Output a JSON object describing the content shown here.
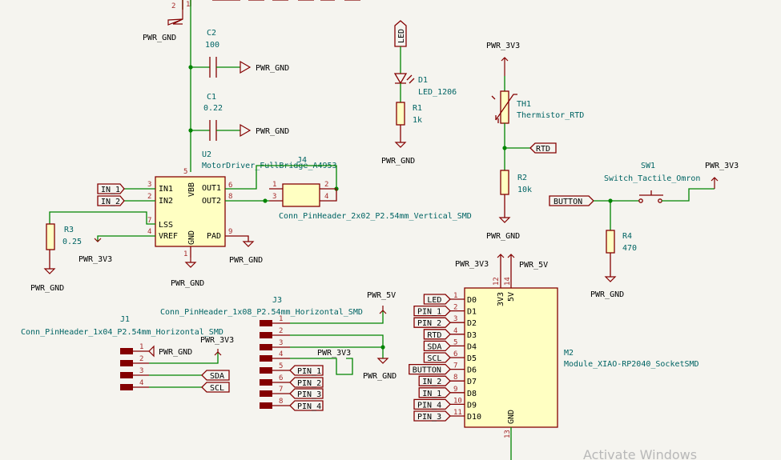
{
  "watermark": "Activate Windows",
  "power": {
    "gnd": "PWR_GND",
    "v33": "PWR_3V3",
    "v5": "PWR_5V"
  },
  "components": {
    "c2": {
      "ref": "C2",
      "value": "100"
    },
    "c1": {
      "ref": "C1",
      "value": "0.22"
    },
    "u2": {
      "ref": "U2",
      "value": "MotorDriver_FullBridge_A4953",
      "pins": {
        "in1": "IN1",
        "in2": "IN2",
        "lss": "LSS",
        "vref": "VREF",
        "vbb": "VBB",
        "gnd": "GND",
        "out1": "OUT1",
        "out2": "OUT2",
        "pad": "PAD"
      },
      "pin_numbers": {
        "in1": "3",
        "in2": "2",
        "lss": "7",
        "vref": "4",
        "vbb": "5",
        "gnd": "1",
        "out1": "6",
        "out2": "8",
        "pad": "9"
      }
    },
    "j4": {
      "ref": "J4",
      "value": "Conn_PinHeader_2x02_P2.54mm_Vertical_SMD",
      "pins": [
        "1",
        "2",
        "3",
        "4"
      ]
    },
    "r3": {
      "ref": "R3",
      "value": "0.25"
    },
    "d1": {
      "ref": "D1",
      "value": "LED_1206"
    },
    "r1": {
      "ref": "R1",
      "value": "1k"
    },
    "th1": {
      "ref": "TH1",
      "value": "Thermistor_RTD"
    },
    "r2": {
      "ref": "R2",
      "value": "10k"
    },
    "sw1": {
      "ref": "SW1",
      "value": "Switch_Tactile_Omron"
    },
    "r4": {
      "ref": "R4",
      "value": "470"
    },
    "j1": {
      "ref": "J1",
      "value": "Conn_PinHeader_1x04_P2.54mm_Horizontal_SMD",
      "pins": [
        "1",
        "2",
        "3",
        "4"
      ]
    },
    "j3": {
      "ref": "J3",
      "value": "Conn_PinHeader_1x08_P2.54mm_Horizontal_SMD",
      "pins": [
        "1",
        "2",
        "3",
        "4",
        "5",
        "6",
        "7",
        "8"
      ]
    },
    "m2": {
      "ref": "M2",
      "value": "Module_XIAO-RP2040_SocketSMD",
      "left_pins": [
        "D0",
        "D1",
        "D2",
        "D3",
        "D4",
        "D5",
        "D6",
        "D7",
        "D8",
        "D9",
        "D10"
      ],
      "left_numbers": [
        "1",
        "2",
        "3",
        "4",
        "5",
        "6",
        "7",
        "8",
        "9",
        "10",
        "11"
      ],
      "top_pins": [
        "3V3",
        "5V"
      ],
      "top_numbers": [
        "12",
        "14"
      ],
      "bottom_pin": "GND",
      "bottom_number": "13"
    }
  },
  "top_pin_numbers": [
    "2",
    "1"
  ],
  "labels": {
    "in1": "IN_1",
    "in2": "IN_2",
    "led": "LED",
    "rtd": "RTD",
    "button": "BUTTON",
    "sda": "SDA",
    "scl": "SCL",
    "pin1": "PIN_1",
    "pin2": "PIN_2",
    "pin3": "PIN_3",
    "pin4": "PIN_4"
  },
  "m2_labels": [
    "LED",
    "PIN_1",
    "PIN_2",
    "RTD",
    "SDA",
    "SCL",
    "BUTTON",
    "IN_2",
    "IN_1",
    "PIN_4",
    "PIN_3"
  ],
  "j3_labels": [
    "PIN_1",
    "PIN_2",
    "PIN_3",
    "PIN_4"
  ]
}
